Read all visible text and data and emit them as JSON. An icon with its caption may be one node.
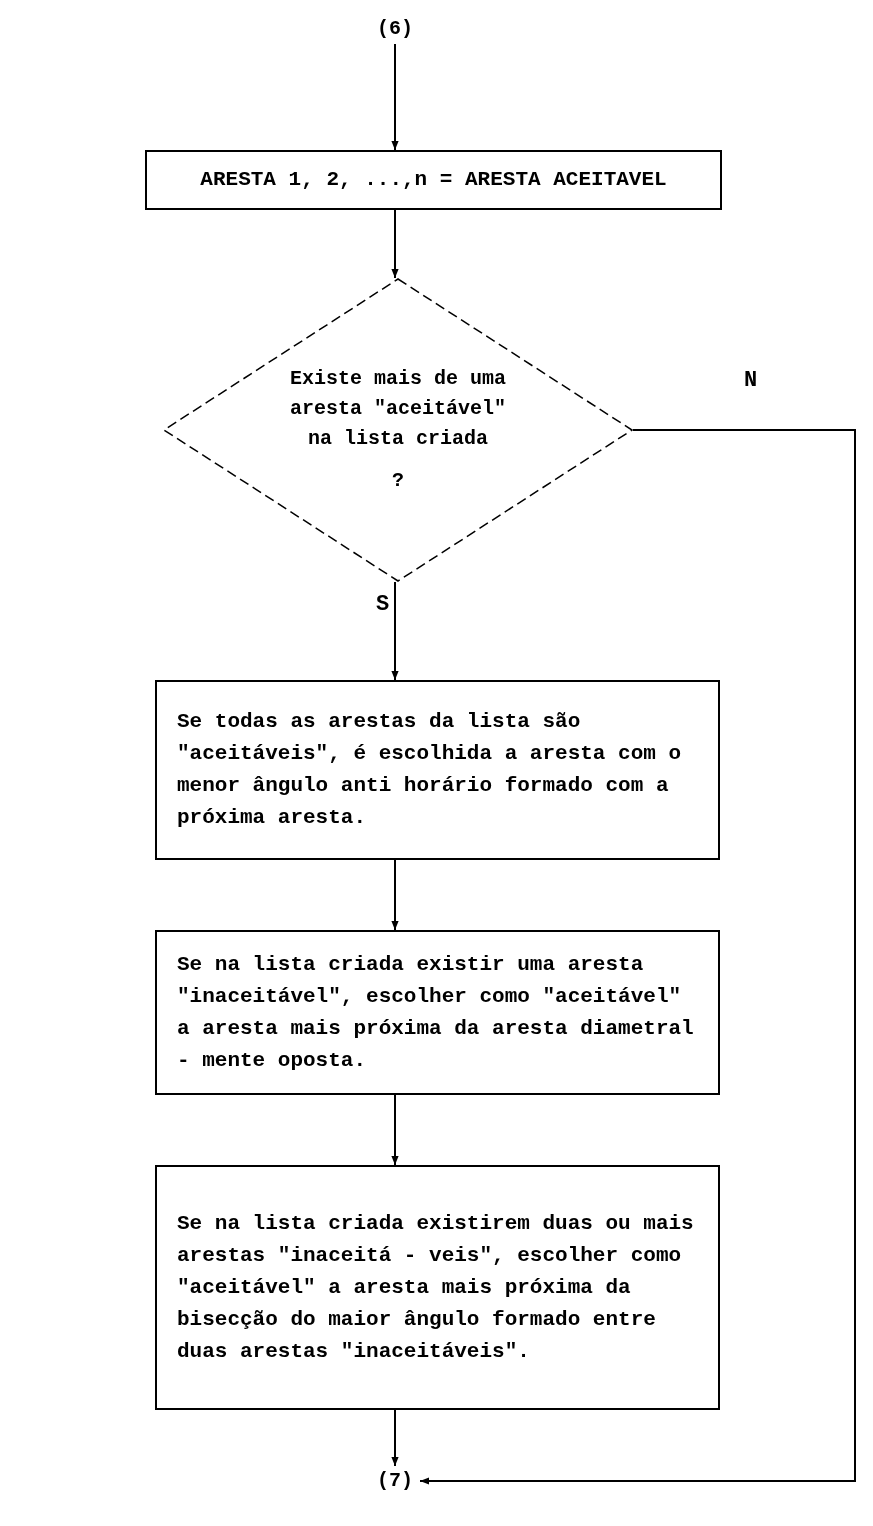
{
  "diagram": {
    "nodes": [
      {
        "text": [
          "(6)"
        ]
      },
      {
        "text": [
          "ARESTA 1, 2, ...,n = ARESTA ACEITAVEL"
        ]
      },
      {
        "text": [
          "Existe mais de uma aresta \"aceitável\" na lista criada",
          "?"
        ]
      },
      {
        "text": [
          "Se todas as arestas da lista são \"aceitáveis\", é escolhida a aresta com o menor ângulo anti horário formado com a próxima aresta."
        ]
      },
      {
        "text": [
          "Se na lista criada existir uma aresta \"inaceitável\", escolher como \"aceitável\" a aresta mais próxima da aresta diametral - mente oposta."
        ]
      },
      {
        "text": [
          "Se na lista criada existirem duas ou mais arestas \"inaceitá - veis\", escolher como \"aceitável\" a aresta mais próxima da bisecção do maior ângulo formado entre duas arestas \"inaceitáveis\"."
        ]
      },
      {
        "text": [
          "(7)"
        ]
      }
    ],
    "edges": [
      {
        "from": 0,
        "to": 1,
        "arrow": "to"
      },
      {
        "from": 1,
        "to": 2,
        "arrow": "to"
      },
      {
        "from": 2,
        "to": 3,
        "arrow": "to",
        "label": "S"
      },
      {
        "from": 3,
        "to": 4,
        "arrow": "to"
      },
      {
        "from": 4,
        "to": 5,
        "arrow": "to"
      },
      {
        "from": 5,
        "to": 6,
        "arrow": "to"
      },
      {
        "from": 2,
        "to": 6,
        "arrow": "to",
        "label": "N"
      }
    ]
  }
}
